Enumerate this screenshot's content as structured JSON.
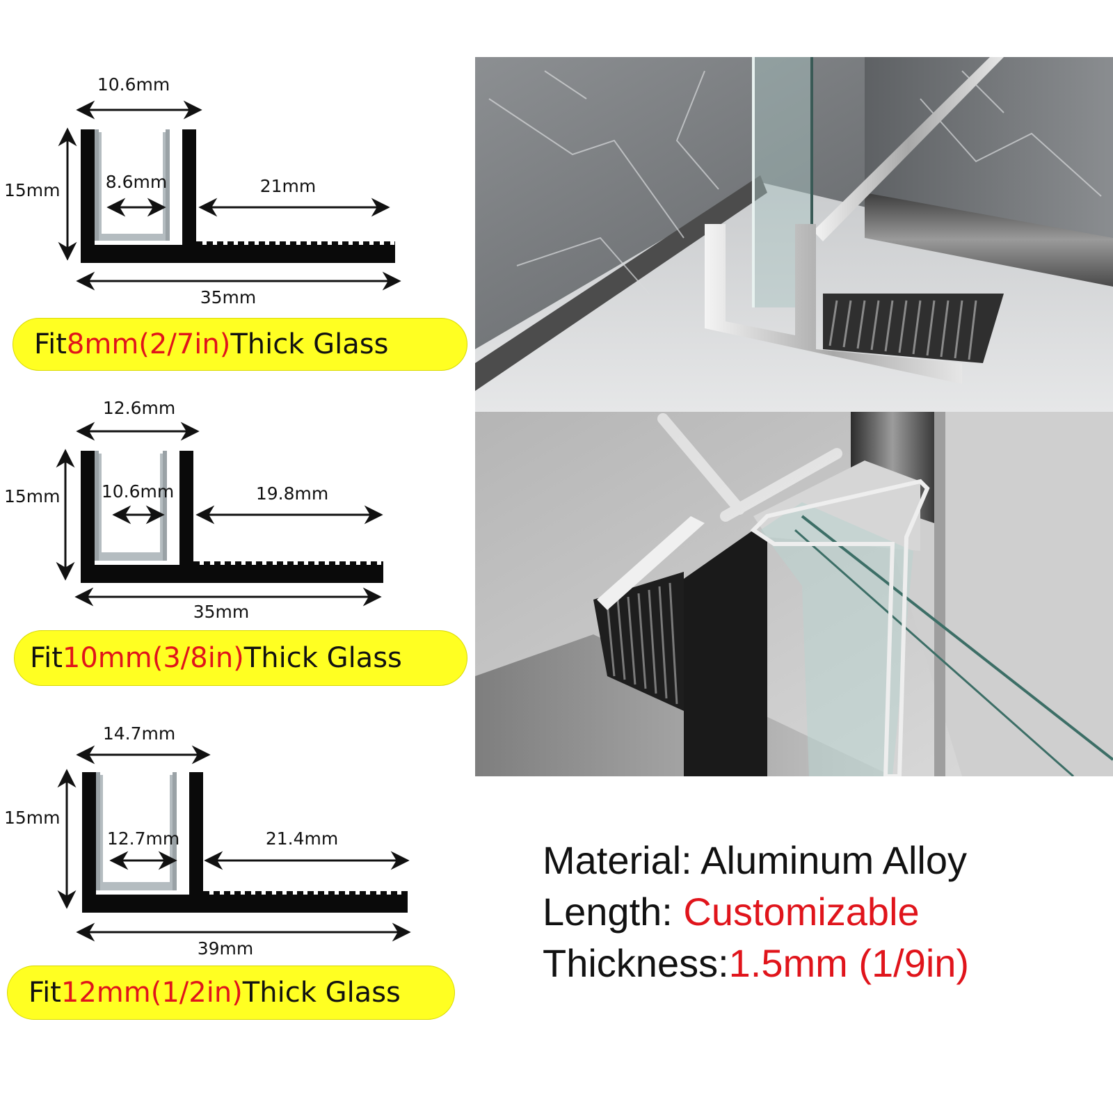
{
  "profiles": [
    {
      "top_width": "10.6mm",
      "height": "15mm",
      "inner_width": "8.6mm",
      "flange": "21mm",
      "total": "35mm",
      "fit": {
        "prefix": "Fit ",
        "size": "8mm(2/7in)",
        "suffix": " Thick Glass"
      }
    },
    {
      "top_width": "12.6mm",
      "height": "15mm",
      "inner_width": "10.6mm",
      "flange": "19.8mm",
      "total": "35mm",
      "fit": {
        "prefix": "Fit ",
        "size": "10mm(3/8in)",
        "suffix": " Thick Glass"
      }
    },
    {
      "top_width": "14.7mm",
      "height": "15mm",
      "inner_width": "12.7mm",
      "flange": "21.4mm",
      "total": "39mm",
      "fit": {
        "prefix": "Fit ",
        "size": "12mm(1/2in)",
        "suffix": " Thick Glass"
      }
    }
  ],
  "specs": {
    "material_label": "Material: ",
    "material_value": "Aluminum Alloy",
    "length_label": "Length: ",
    "length_value": "Customizable",
    "thickness_label": "Thickness:",
    "thickness_value": "1.5mm (1/9in)"
  },
  "colors": {
    "highlight": "#ffff22",
    "accent_red": "#e0141b",
    "profile_black": "#0a0a0a",
    "gasket_gray": "#b4bcc0"
  }
}
